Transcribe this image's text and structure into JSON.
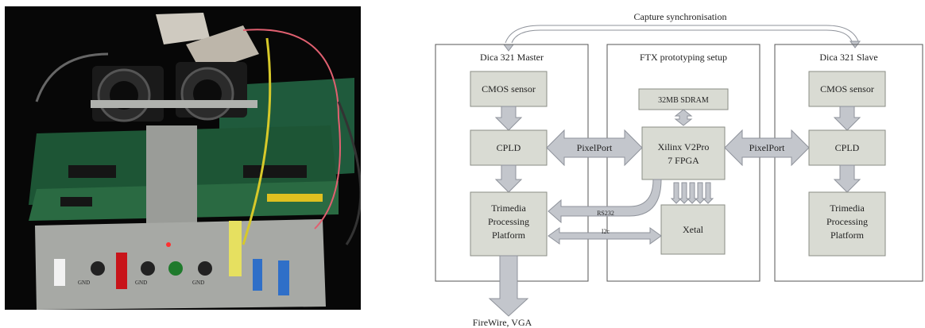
{
  "diagram": {
    "top_label": "Capture synchronisation",
    "bottom_label": "FireWire, VGA",
    "panels": {
      "master": {
        "title": "Dica 321 Master"
      },
      "ftx": {
        "title": "FTX prototyping setup"
      },
      "slave": {
        "title": "Dica 321 Slave"
      }
    },
    "blocks": {
      "master_cmos": "CMOS sensor",
      "master_cpld": "CPLD",
      "master_trimedia": [
        "Trimedia",
        "Processing",
        "Platform"
      ],
      "sdram": "32MB SDRAM",
      "fpga": [
        "Xilinx V2Pro",
        "7 FPGA"
      ],
      "xetal": "Xetal",
      "slave_cmos": "CMOS sensor",
      "slave_cpld": "CPLD",
      "slave_trimedia": [
        "Trimedia",
        "Processing",
        "Platform"
      ]
    },
    "arrows": {
      "pixelport_left": "PixelPort",
      "pixelport_right": "PixelPort",
      "rs232": "RS232",
      "i2c": "I2c"
    }
  },
  "photo": {
    "panel_labels": [
      "GND",
      "GND",
      "GND"
    ]
  },
  "colors": {
    "block_fill": "#d9dbd3",
    "block_stroke": "#8a8c85",
    "arrow_fill": "#c3c6cc",
    "arrow_stroke": "#8f939b",
    "panel_stroke": "#555555"
  }
}
